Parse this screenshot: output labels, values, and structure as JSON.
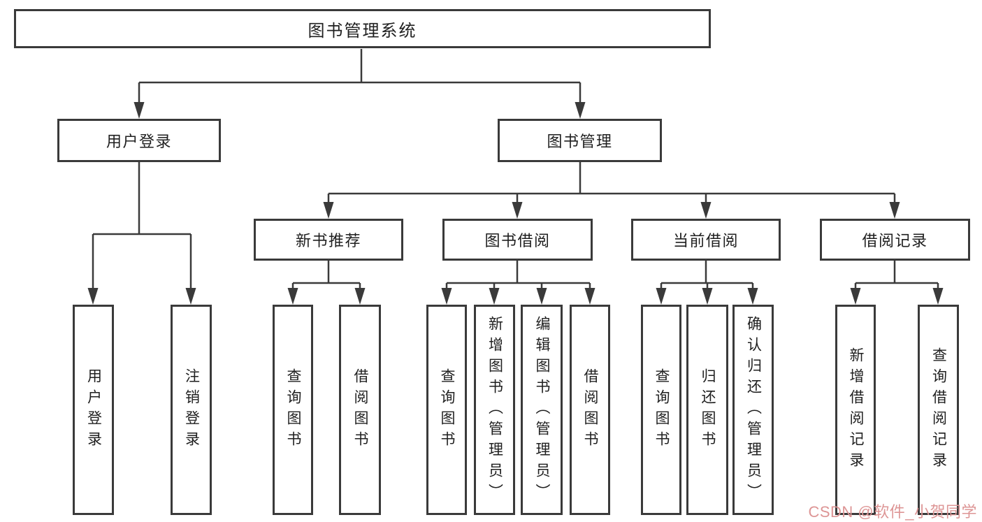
{
  "page": {
    "background": "#ffffff"
  },
  "colors": {
    "line": "#3a3a3a",
    "box_border": "#3a3a3a",
    "text": "#1f1f1f",
    "watermark": "#dd9595"
  },
  "tree": {
    "root": "图书管理系统",
    "branches": [
      {
        "label": "用户登录",
        "children": [
          "用户登录",
          "注销登录"
        ]
      },
      {
        "label": "图书管理",
        "groups": [
          {
            "label": "新书推荐",
            "children": [
              "查询图书",
              "借阅图书"
            ]
          },
          {
            "label": "图书借阅",
            "children": [
              "查询图书",
              "新增图书（管理员）",
              "编辑图书（管理员）",
              "借阅图书"
            ]
          },
          {
            "label": "当前借阅",
            "children": [
              "查询图书",
              "归还图书",
              "确认归还（管理员）"
            ]
          },
          {
            "label": "借阅记录",
            "children": [
              "新增借阅记录",
              "查询借阅记录"
            ]
          }
        ]
      }
    ]
  },
  "watermark": {
    "text": "CSDN @软件_小贺同学"
  }
}
